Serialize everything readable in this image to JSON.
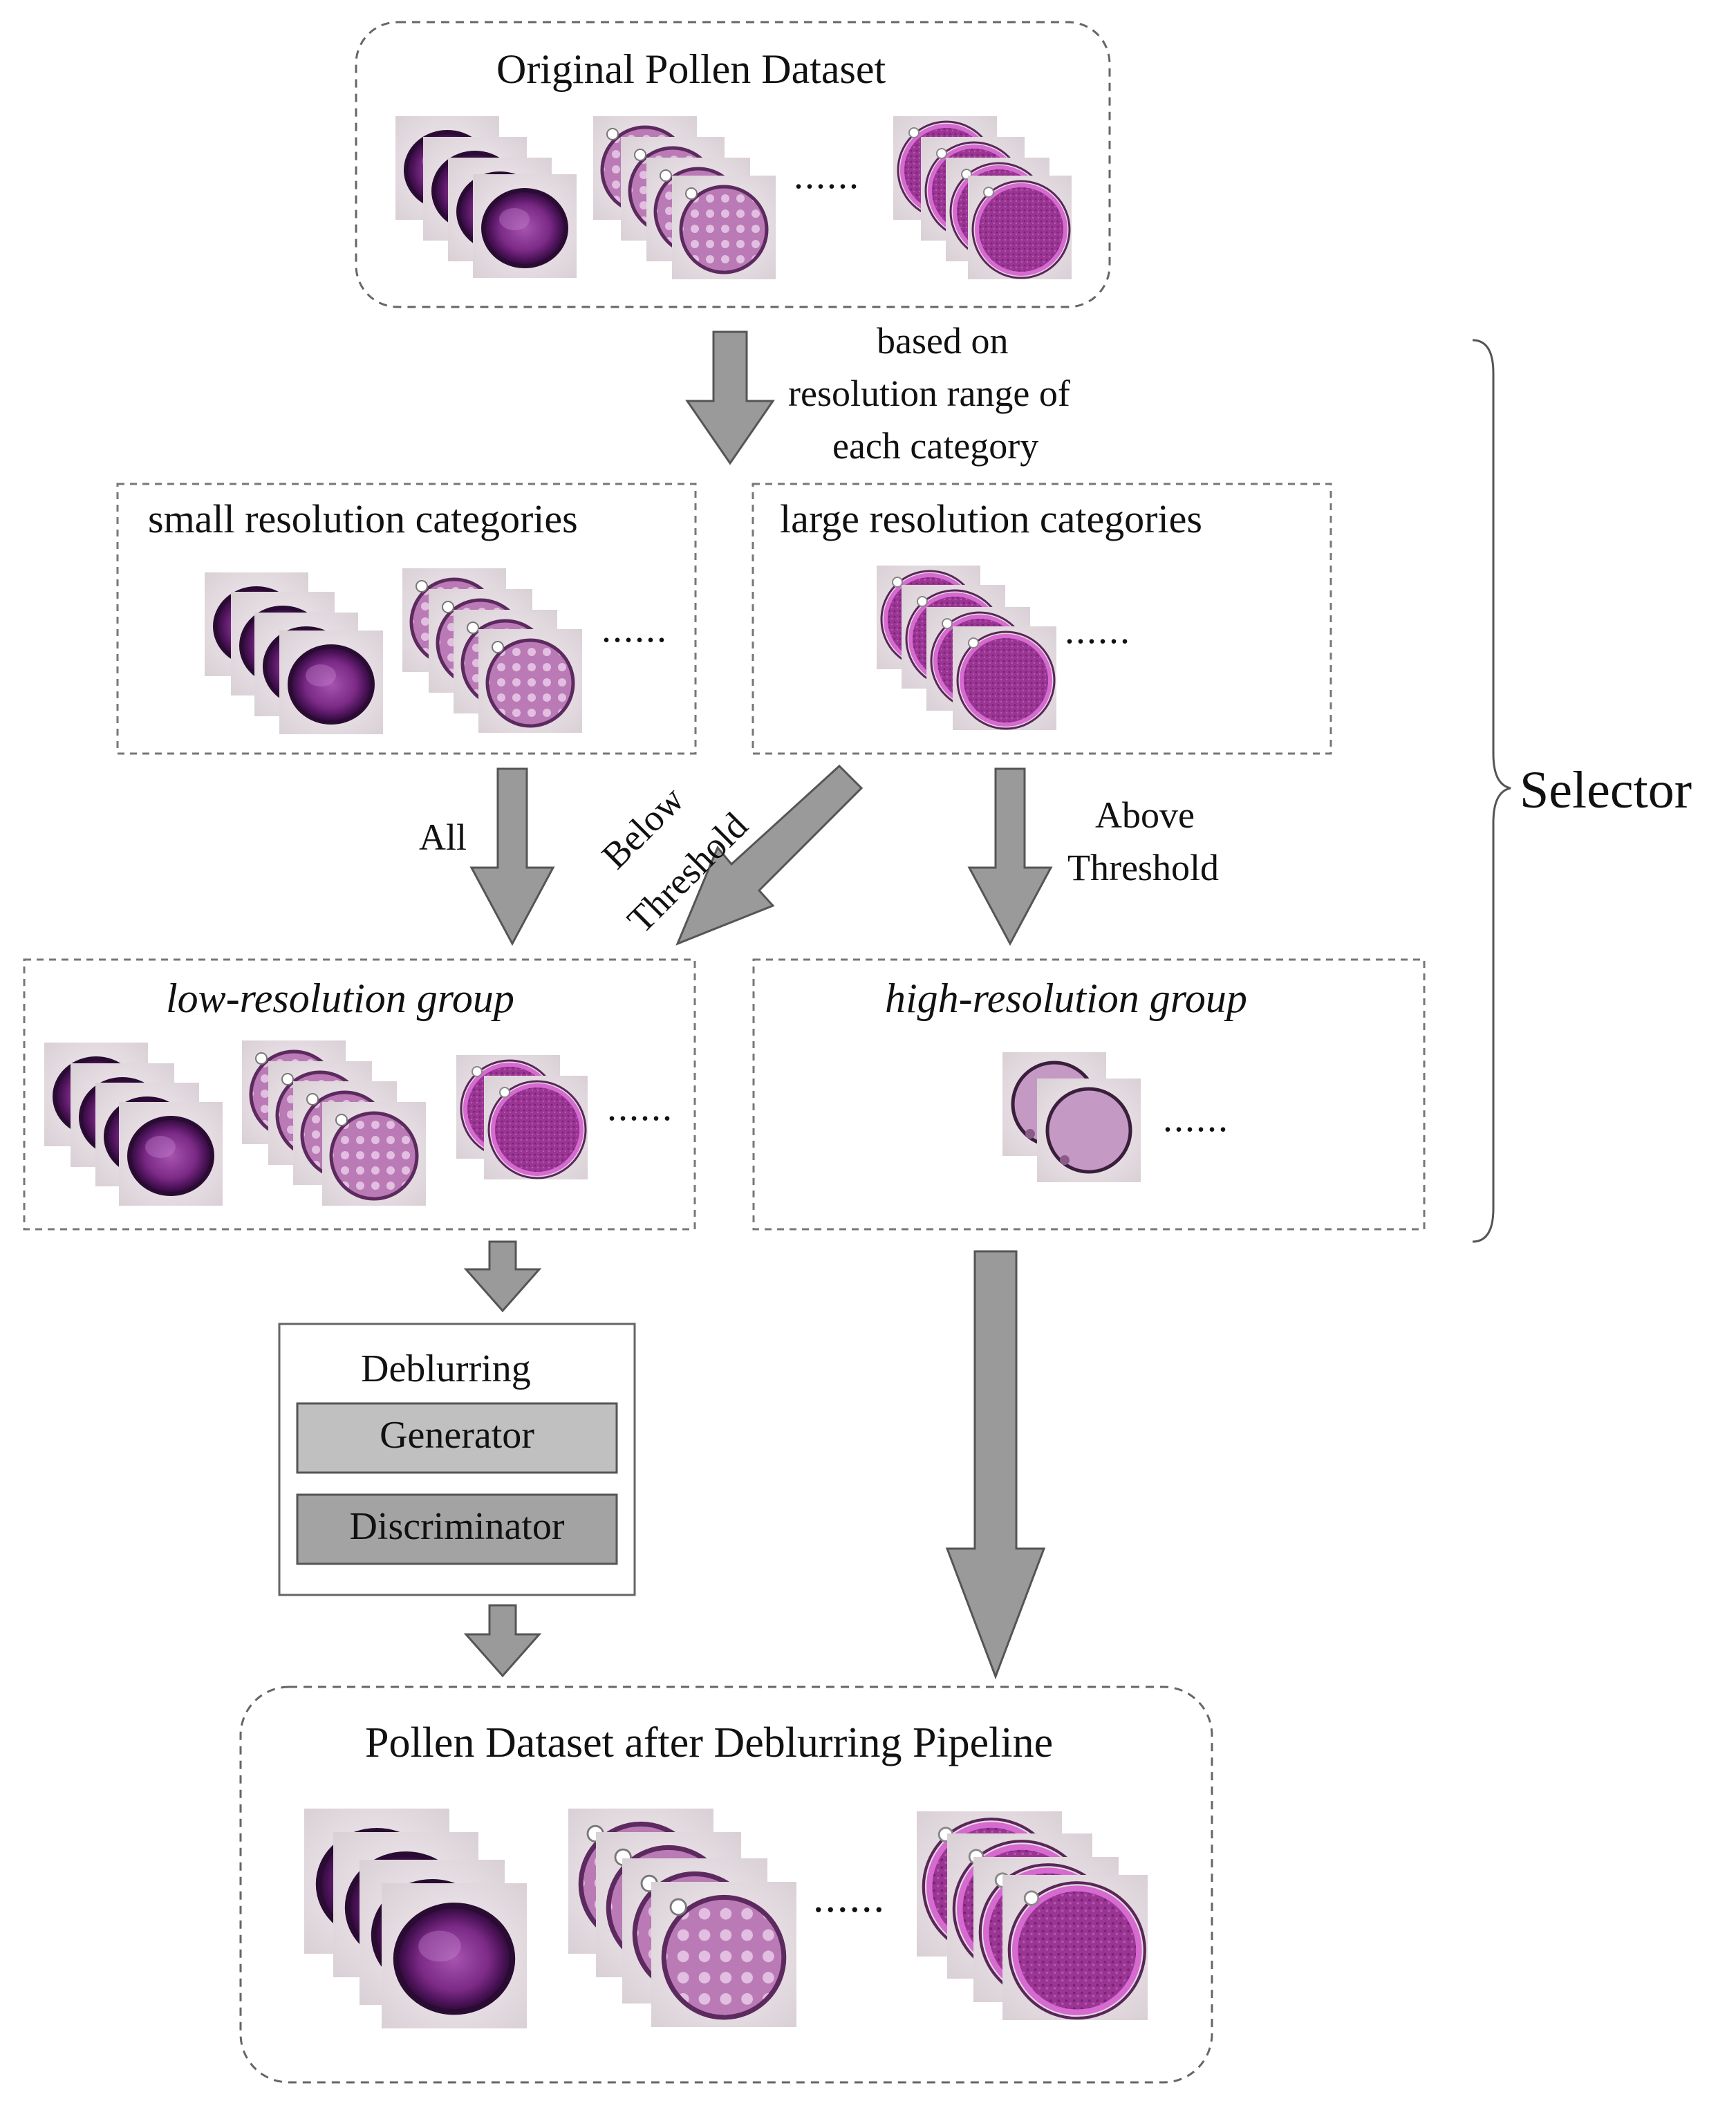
{
  "colors": {
    "arrow_fill": "#9a9a9a",
    "arrow_stroke": "#555555",
    "dashed_border": "#666666",
    "generator_fill": "#c0c0c0",
    "discriminator_fill": "#a3a3a3",
    "pollen_purple": "#7b2a86",
    "pollen_pink": "#a84a9c"
  },
  "top_box": {
    "title": "Original Pollen Dataset",
    "ellipsis": "......"
  },
  "split_label": {
    "line1": "based on",
    "line2": "resolution range of",
    "line3": "each category"
  },
  "small_box": {
    "title": "small resolution categories",
    "ellipsis": "......"
  },
  "large_box": {
    "title": "large resolution categories",
    "ellipsis": "......"
  },
  "arrow_labels": {
    "all": "All",
    "below_line1": "Below",
    "below_line2": "Threshold",
    "above_line1": "Above",
    "above_line2": "Threshold"
  },
  "low_box": {
    "title": "low-resolution group",
    "ellipsis": "......"
  },
  "high_box": {
    "title": "high-resolution group",
    "ellipsis": "......"
  },
  "selector": {
    "label": "Selector"
  },
  "deblurring": {
    "title": "Deblurring",
    "generator": "Generator",
    "discriminator": "Discriminator"
  },
  "bottom_box": {
    "title": "Pollen Dataset after Deblurring Pipeline",
    "ellipsis": "......"
  }
}
